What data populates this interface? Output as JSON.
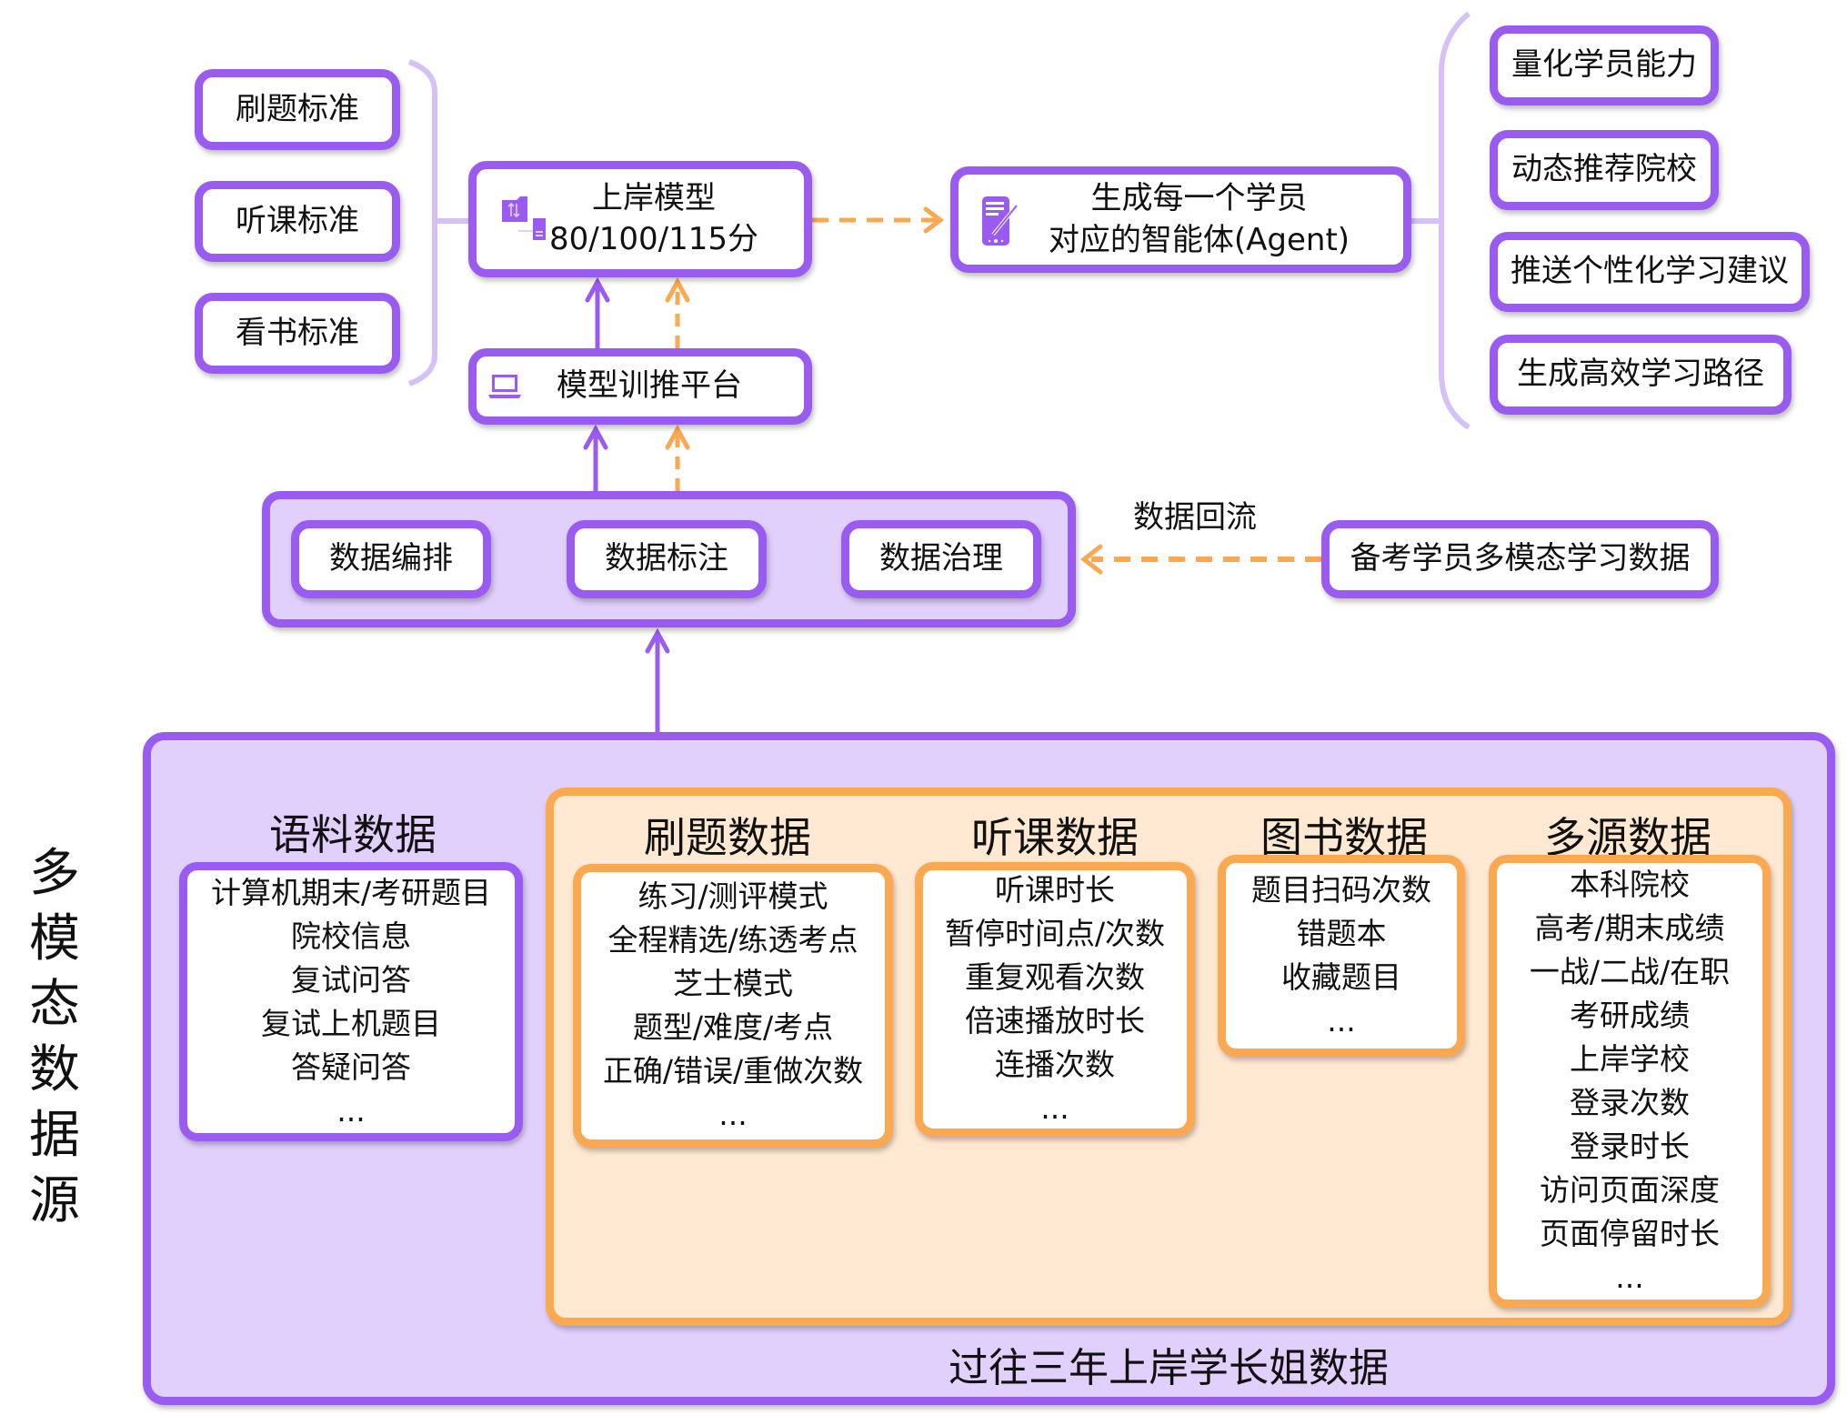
{
  "colors": {
    "purple": "#9a5cf0",
    "lavender": "#e2d0fc",
    "orange": "#fba951",
    "peach": "#ffe9d2",
    "brace": "#d5c0f8"
  },
  "standards": [
    {
      "label": "刷题标准"
    },
    {
      "label": "听课标准"
    },
    {
      "label": "看书标准"
    }
  ],
  "model": {
    "icon": "data-transfer-icon",
    "title": "上岸模型",
    "scores": "80/100/115分"
  },
  "platform": {
    "icon": "laptop-icon",
    "label": "模型训推平台"
  },
  "agent": {
    "icon": "tablet-pen-icon",
    "line1": "生成每一个学员",
    "line2": "对应的智能体(Agent)"
  },
  "outputs": [
    {
      "label": "量化学员能力"
    },
    {
      "label": "动态推荐院校"
    },
    {
      "label": "推送个性化学习建议"
    },
    {
      "label": "生成高效学习路径"
    }
  ],
  "processing": [
    {
      "label": "数据编排"
    },
    {
      "label": "数据标注"
    },
    {
      "label": "数据治理"
    }
  ],
  "feedback": {
    "label": "数据回流",
    "source": "备考学员多模态学习数据"
  },
  "sources": {
    "side_label": [
      "多",
      "模",
      "态",
      "数",
      "据",
      "源"
    ],
    "corpus": {
      "title": "语料数据",
      "items": [
        "计算机期末/考研题目",
        "院校信息",
        "复试问答",
        "复试上机题目",
        "答疑问答",
        "..."
      ]
    },
    "alumni_caption": "过往三年上岸学长姐数据",
    "practice": {
      "title": "刷题数据",
      "items": [
        "练习/测评模式",
        "全程精选/练透考点",
        "芝士模式",
        "题型/难度/考点",
        "正确/错误/重做次数",
        "..."
      ]
    },
    "lecture": {
      "title": "听课数据",
      "items": [
        "听课时长",
        "暂停时间点/次数",
        "重复观看次数",
        "倍速播放时长",
        "连播次数",
        "..."
      ]
    },
    "book": {
      "title": "图书数据",
      "items": [
        "题目扫码次数",
        "错题本",
        "收藏题目",
        "..."
      ]
    },
    "multi": {
      "title": "多源数据",
      "items": [
        "本科院校",
        "高考/期末成绩",
        "一战/二战/在职",
        "考研成绩",
        "上岸学校",
        "登录次数",
        "登录时长",
        "访问页面深度",
        "页面停留时长",
        "..."
      ]
    }
  }
}
